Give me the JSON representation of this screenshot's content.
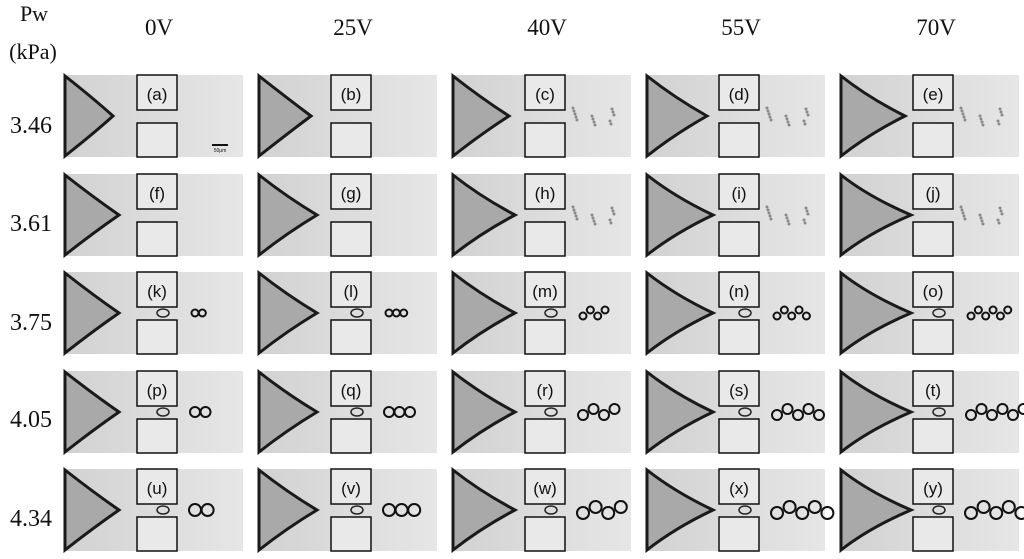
{
  "header": {
    "pw_label": "Pw",
    "unit_label": "(kPa)"
  },
  "columns": [
    "0V",
    "25V",
    "40V",
    "55V",
    "70V"
  ],
  "rows": [
    "3.46",
    "3.61",
    "3.75",
    "4.05",
    "4.34"
  ],
  "panels": [
    [
      "(a)",
      "(b)",
      "(c)",
      "(d)",
      "(e)"
    ],
    [
      "(f)",
      "(g)",
      "(h)",
      "(i)",
      "(j)"
    ],
    [
      "(k)",
      "(l)",
      "(m)",
      "(n)",
      "(o)"
    ],
    [
      "(p)",
      "(q)",
      "(r)",
      "(s)",
      "(t)"
    ],
    [
      "(u)",
      "(v)",
      "(w)",
      "(x)",
      "(y)"
    ]
  ],
  "scale_bar": {
    "text": "50μm"
  }
}
